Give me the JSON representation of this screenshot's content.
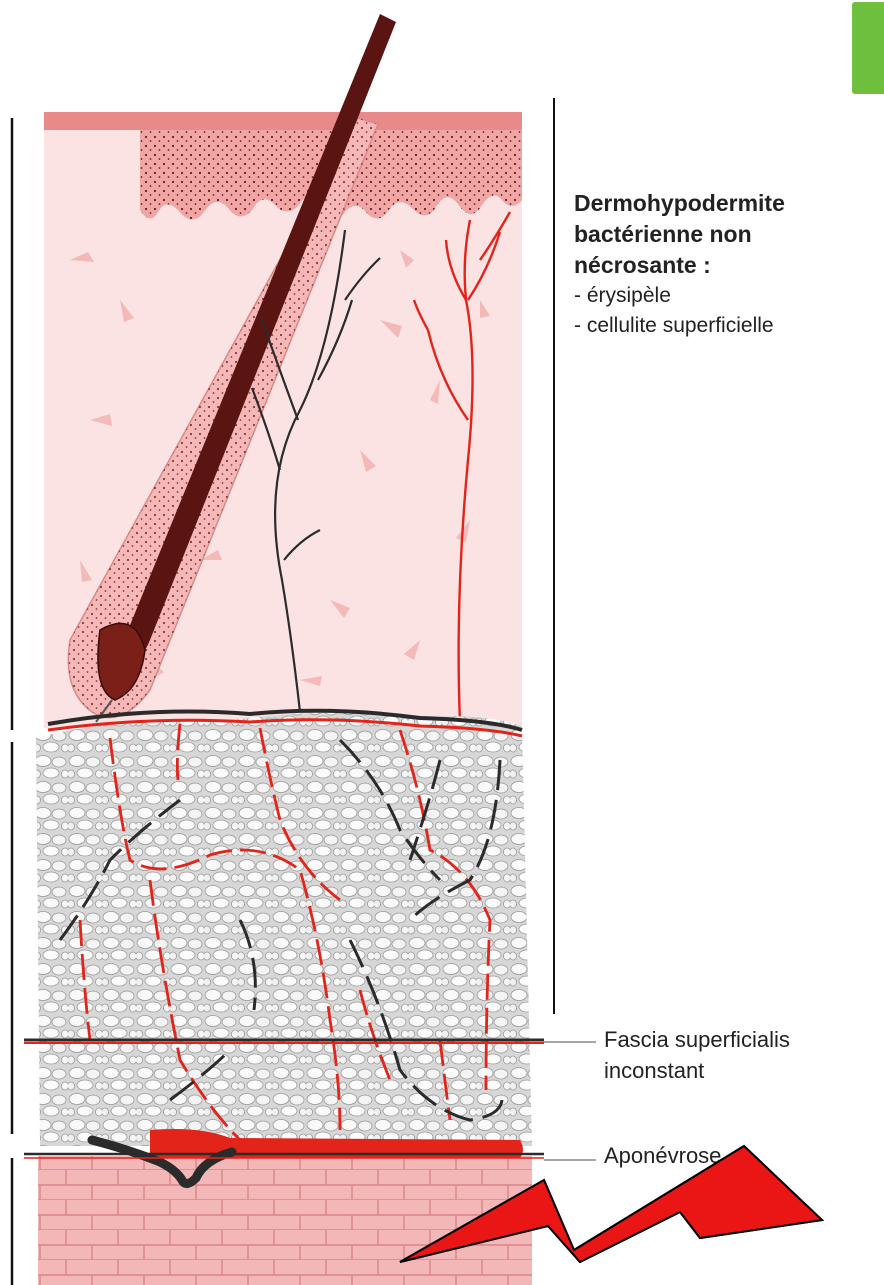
{
  "colors": {
    "epidermis": "#f1a6a6",
    "dermis": "#fbe3e3",
    "hypodermis": "#e6e6e6",
    "muscle": "#f3b7b7",
    "artery": "#e3241b",
    "nerve": "#2b2b2b",
    "hair": "#5a1512",
    "accent_green": "#6fbf3f"
  },
  "annotation": {
    "title_lines": [
      "Dermohypodermite",
      "bactérienne non",
      "nécrosante :"
    ],
    "items": [
      "- érysipèle",
      "- cellulite superficielle"
    ]
  },
  "layer_labels": {
    "fascia_line1": "Fascia superficialis",
    "fascia_line2": "inconstant",
    "aponevrose": "Aponévrose"
  },
  "icons": [
    "lightning-bolt-icon"
  ]
}
